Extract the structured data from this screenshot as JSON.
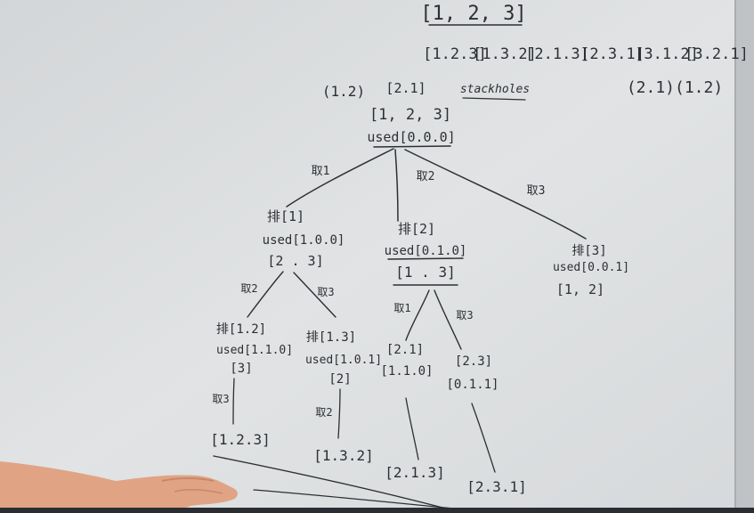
{
  "board": {
    "input_set": "[1, 2, 3]",
    "all_permutations": [
      "[1.2.3]",
      "[1.3.2]",
      "[2.1.3]",
      "[2.3.1]",
      "[3.1.2]",
      "[3.2.1]"
    ],
    "root_left_note": "(1.2)",
    "root_top_note": "[2.1]",
    "root_right_word": "stackholes",
    "top_right_notes": "(2.1)(1.2)",
    "root": {
      "path": "[1, 2, 3]",
      "used": "used[0.0.0]"
    },
    "level1_edges": [
      "取1",
      "取2",
      "取3"
    ],
    "level1": [
      {
        "path": "排[1]",
        "used": "used[1.0.0]",
        "remaining": "[2 . 3]"
      },
      {
        "path": "排[2]",
        "used": "used[0.1.0]",
        "remaining": "[1 . 3]"
      },
      {
        "path": "排[3]",
        "used": "used[0.0.1]",
        "remaining": "[1, 2]"
      }
    ],
    "level2_edges": [
      "取2",
      "取3",
      "取1",
      "取3"
    ],
    "level2": [
      {
        "path": "排[1.2]",
        "used": "used[1.1.0]",
        "remaining": "[3]"
      },
      {
        "path": "排[1.3]",
        "used": "used[1.0.1]",
        "remaining": "[2]"
      },
      {
        "path": "[2.1]",
        "used": "[1.1.0]"
      },
      {
        "path": "[2.3]",
        "used": "[0.1.1]"
      }
    ],
    "level3_edges": [
      "取3",
      "取2"
    ],
    "leaves": [
      "[1.2.3]",
      "[1.3.2]",
      "[2.1.3]",
      "[2.3.1]"
    ]
  },
  "colors": {
    "board": "#dcdfe1",
    "marker": "#2c2f35",
    "hand": "#e2a07e"
  }
}
